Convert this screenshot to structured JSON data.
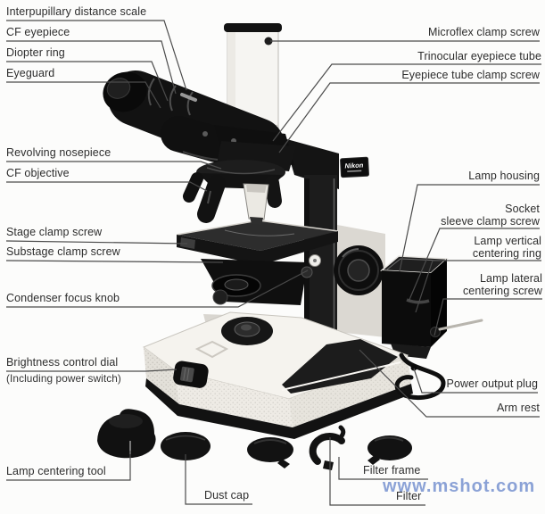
{
  "figure": {
    "type": "labeled-diagram",
    "subject": "trinocular microscope parts",
    "watermark": "www.mshot.com",
    "brand_plate": "Nikon"
  },
  "colors": {
    "ink": "#2d2d2d",
    "leader_line": "#4b4b4b",
    "watermark": "#8ba2d6",
    "part_black": "#121212",
    "body_light": "#f5f3ee"
  },
  "labels": {
    "interpupillary": {
      "text": "Interpupillary distance scale"
    },
    "cf_eyepiece": {
      "text": "CF eyepiece"
    },
    "diopter_ring": {
      "text": "Diopter ring"
    },
    "eyeguard": {
      "text": "Eyeguard"
    },
    "revolving_nosepiece": {
      "text": "Revolving nosepiece"
    },
    "cf_objective": {
      "text": "CF objective"
    },
    "stage_clamp": {
      "text": "Stage clamp screw"
    },
    "substage_clamp": {
      "text": "Substage clamp screw"
    },
    "condenser_focus": {
      "text": "Condenser focus knob"
    },
    "brightness": {
      "text": "Brightness control dial",
      "text2": "(Including power switch)"
    },
    "lamp_centering_tool": {
      "text": "Lamp centering tool"
    },
    "dust_cap": {
      "text": "Dust cap"
    },
    "filter_frame": {
      "text": "Filter frame"
    },
    "filter": {
      "text": "Filter"
    },
    "microflex": {
      "text": "Microflex clamp screw"
    },
    "trinocular": {
      "text": "Trinocular eyepiece tube"
    },
    "eyepiece_clamp": {
      "text": "Eyepiece tube clamp screw"
    },
    "lamp_housing": {
      "text": "Lamp housing"
    },
    "socket_sleeve": {
      "text": "Socket",
      "text2": "sleeve clamp screw"
    },
    "lamp_vertical": {
      "text": "Lamp vertical",
      "text2": "centering ring"
    },
    "lamp_lateral": {
      "text": "Lamp lateral",
      "text2": "centering screw"
    },
    "power_output": {
      "text": "Power output plug"
    },
    "arm_rest": {
      "text": "Arm rest"
    }
  }
}
